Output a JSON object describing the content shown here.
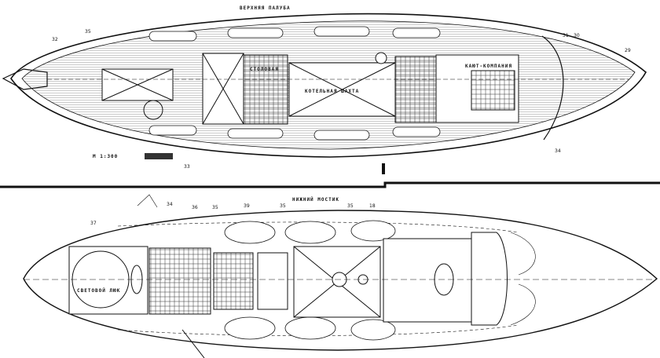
{
  "upper_deck": {
    "title": "ВЕРХНЯЯ ПАЛУБА",
    "rooms": {
      "mess": "СТОЛОВАЯ",
      "engine_shaft": "КОТЕЛЬНАЯ ШАХТА",
      "cabin": "КАЮТ-КОМПАНИЯ"
    },
    "scale": "М 1:300",
    "callouts": [
      "35",
      "32",
      "31",
      "30",
      "29",
      "34",
      "33"
    ]
  },
  "lower_bridge": {
    "title": "НИЖНИЙ МОСТИК",
    "rooms": {
      "skylight": "СВЕТОВОЙ ЛЮК"
    },
    "callouts": [
      "37",
      "34",
      "36",
      "35",
      "39",
      "35",
      "35",
      "18"
    ]
  },
  "colors": {
    "ink": "#111111",
    "paper": "#ffffff"
  }
}
